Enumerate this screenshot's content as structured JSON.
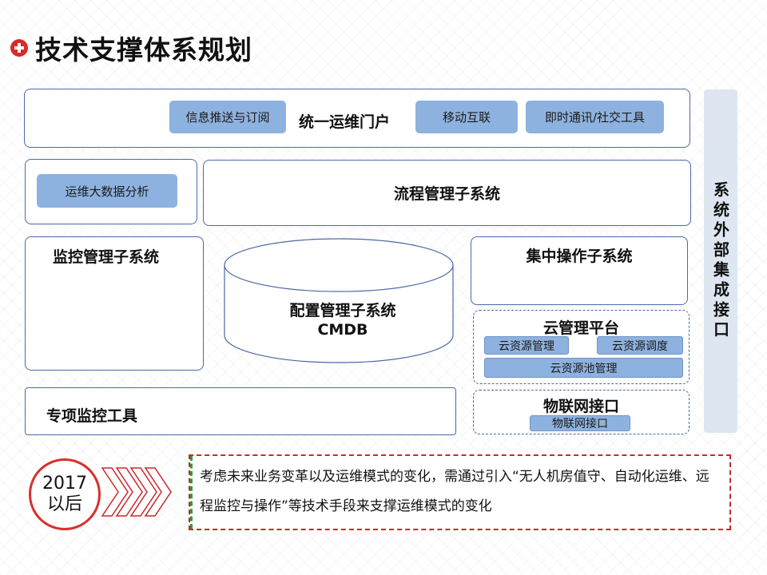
{
  "title": "技术支撑体系规划",
  "portal": {
    "label": "统一运维门户",
    "chips": [
      "信息推送与订阅",
      "移动互联",
      "即时通讯/社交工具"
    ]
  },
  "bigdata": {
    "chip": "运维大数据分析"
  },
  "process": {
    "label": "流程管理子系统"
  },
  "monitor": {
    "label": "监控管理子系统"
  },
  "cmdb": {
    "line1": "配置管理子系统",
    "line2": "CMDB"
  },
  "central": {
    "label": "集中操作子系统"
  },
  "cloud": {
    "label": "云管理平台",
    "chips": [
      "云资源管理",
      "云资源调度",
      "云资源池管理"
    ]
  },
  "iot": {
    "label": "物联网接口",
    "chip": "物联网接口"
  },
  "special": {
    "label": "专项监控工具"
  },
  "side": {
    "label": "系统外部集成接口"
  },
  "timeline": {
    "year": "2017",
    "after": "以后",
    "note": "考虑未来业务变革以及运维模式的变化，需通过引入“无人机房值守、自动化运维、远程监控与操作”等技术手段来支撑运维模式的变化"
  },
  "colors": {
    "accent_red": "#d8302b",
    "border_blue": "#4a6aa5",
    "chip_blue": "#8eb2df",
    "side_panel": "#dde6f1"
  }
}
